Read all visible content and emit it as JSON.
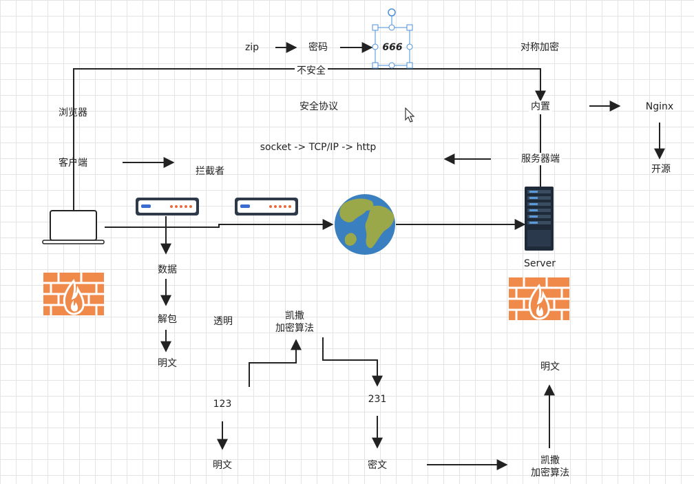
{
  "labels": {
    "zip": "zip",
    "password": "密码",
    "value_666": "666",
    "symmetric_encryption": "对称加密",
    "insecure": "不安全",
    "browser": "浏览器",
    "security_protocol": "安全协议",
    "built_in": "内置",
    "nginx": "Nginx",
    "protocol_stack": "socket -> TCP/IP -> http",
    "client": "客户端",
    "server_side": "服务器端",
    "open_source": "开源",
    "interceptor": "拦截者",
    "server": "Server",
    "data": "数据",
    "unpack": "解包",
    "plaintext_left": "明文",
    "transparent": "透明",
    "caesar_top": "凯撒\n加密算法",
    "num_123": "123",
    "num_231": "231",
    "plaintext_bottom": "明文",
    "ciphertext": "密文",
    "caesar_bottom": "凯撒\n加密算法",
    "plaintext_right": "明文"
  },
  "icons": {
    "laptop": "laptop-icon",
    "router": "router-icon",
    "globe": "globe-icon",
    "server": "server-rack-icon",
    "firewall": "firewall-icon",
    "cursor": "mouse-cursor-icon"
  },
  "colors": {
    "line": "#222222",
    "firewall": "#f08a4b",
    "globe_ocean": "#3a7fbf",
    "globe_land": "#9aa84a",
    "router_body": "#2e3a4a",
    "router_led": "#e86a3a",
    "server_body": "#1e2a38",
    "selection": "#4a90d9"
  }
}
